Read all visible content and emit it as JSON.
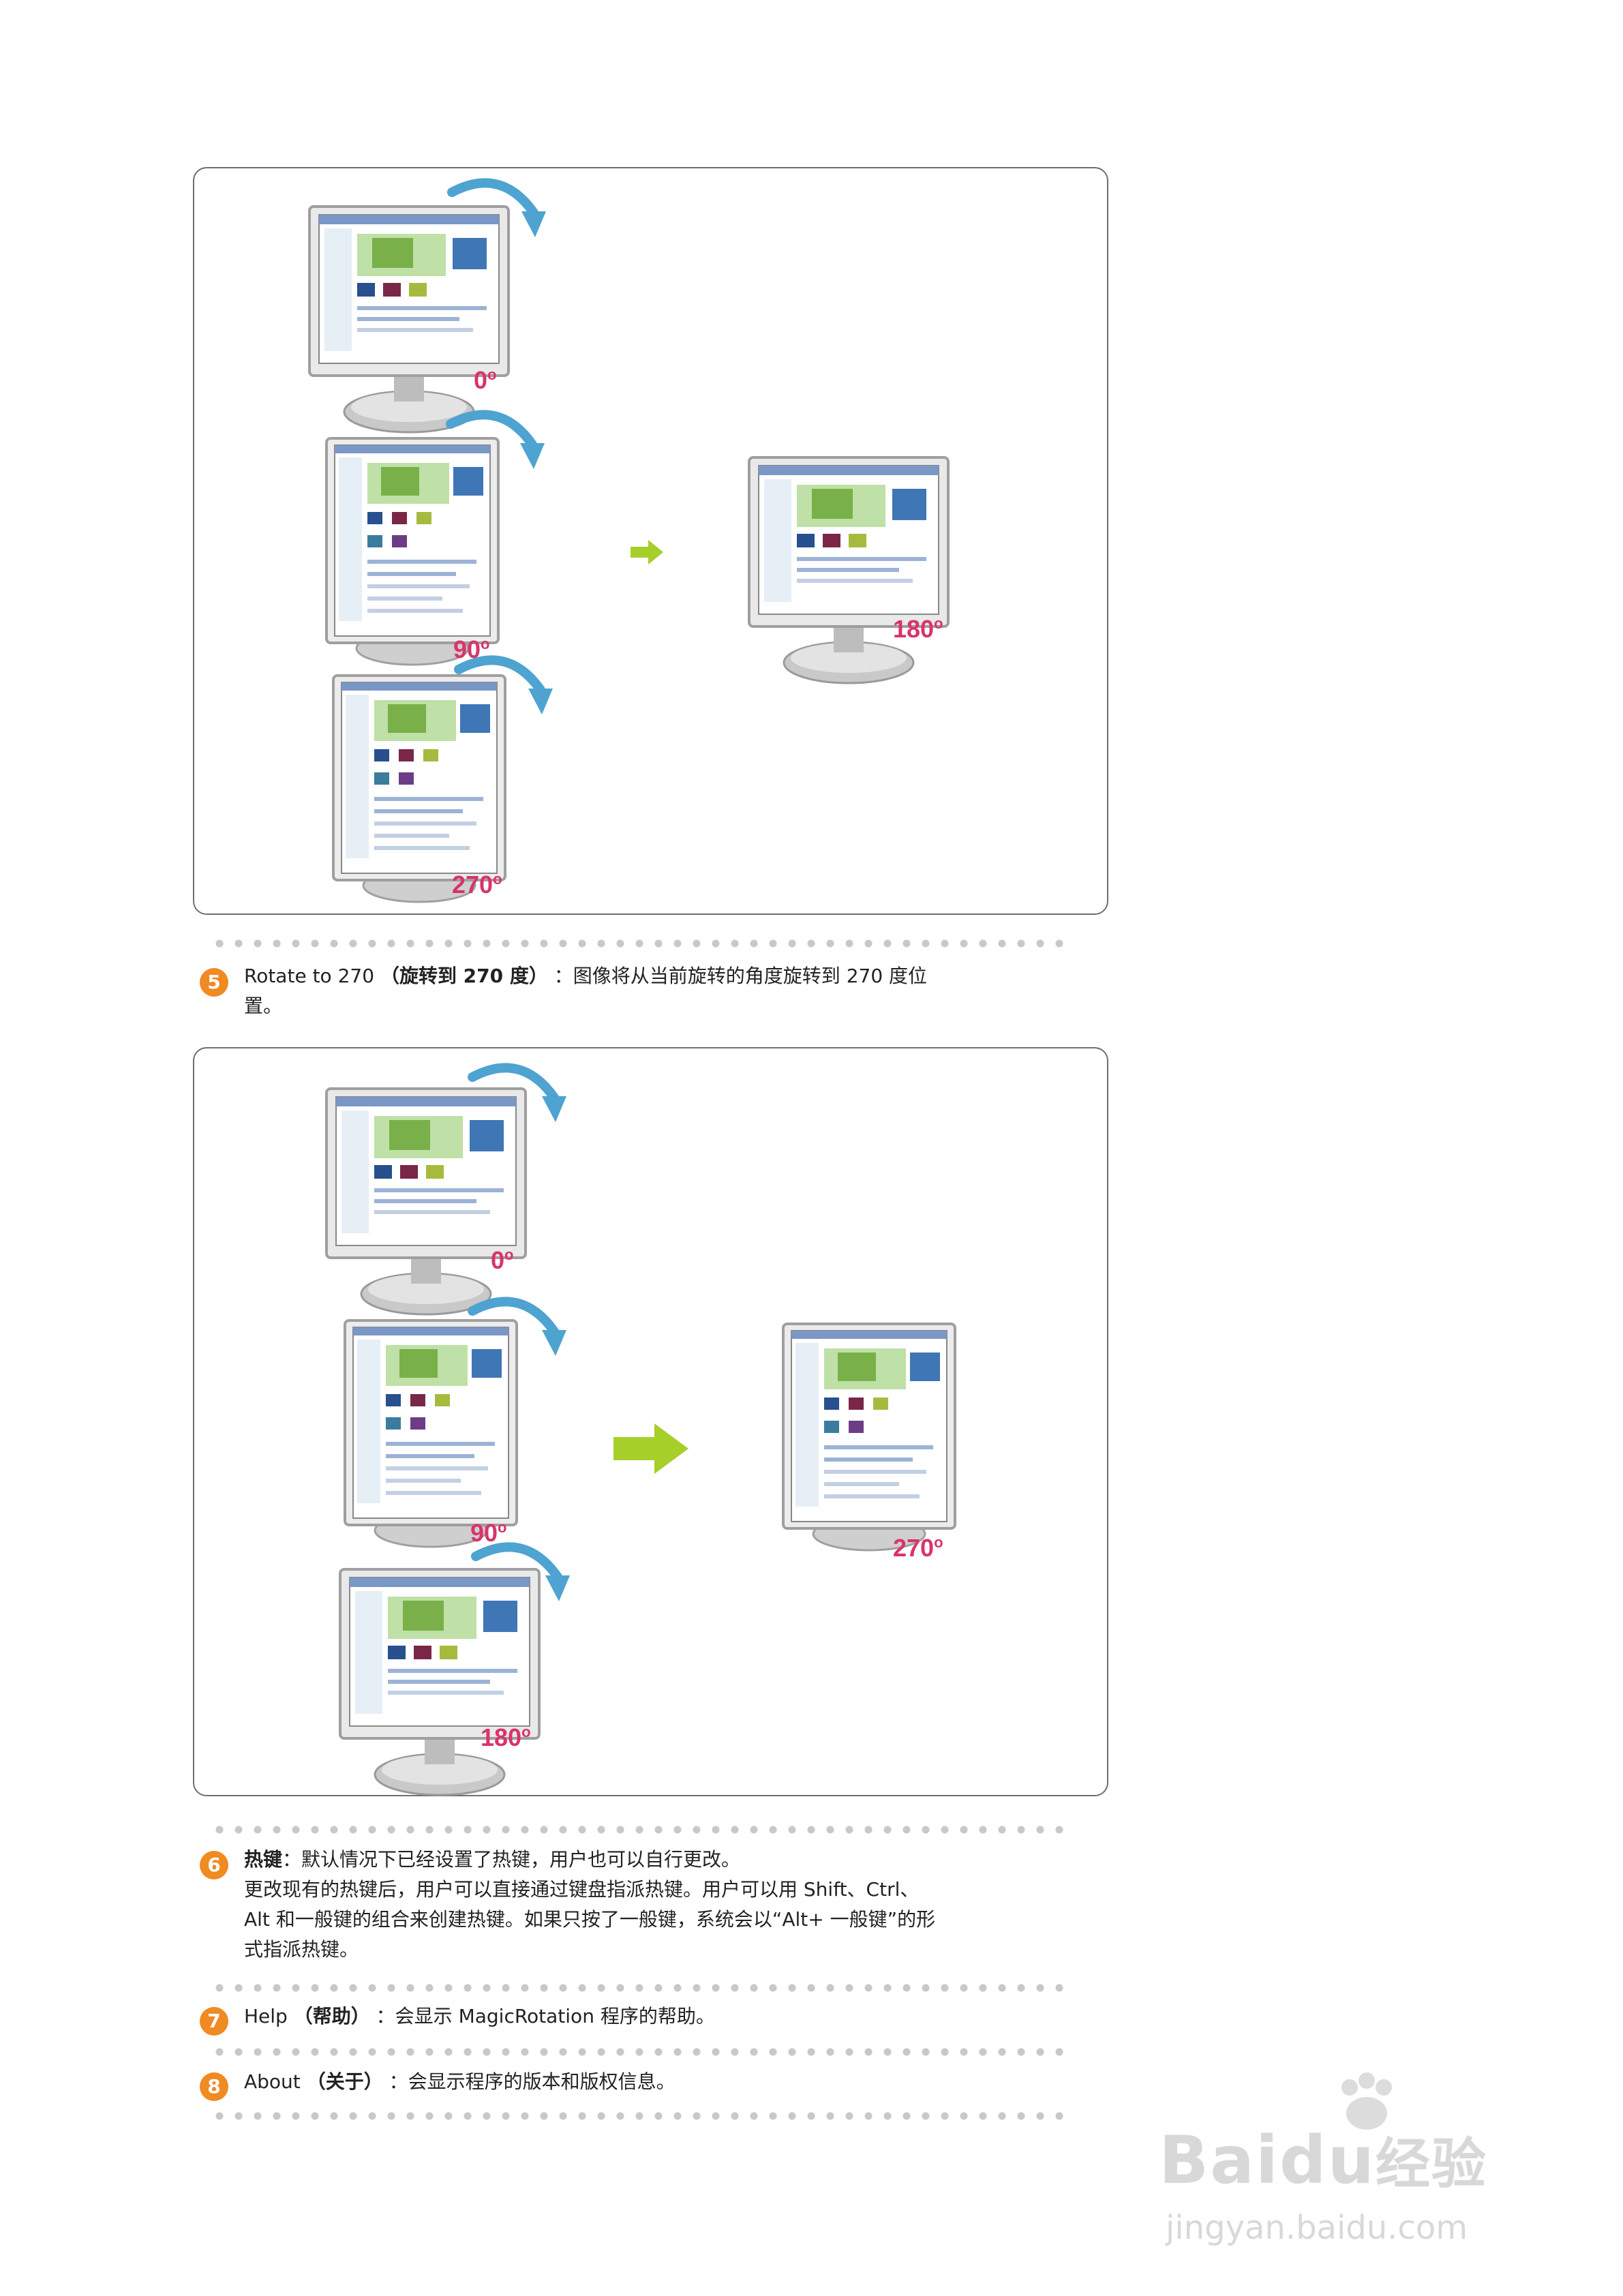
{
  "panel1": {
    "labels": {
      "deg0": "0",
      "deg90": "90",
      "deg270": "270",
      "result": "180"
    },
    "degree_color": "#d9336b",
    "arrow_color": "#a6cf2a"
  },
  "section5": {
    "number": "5",
    "title_en": "Rotate to 270",
    "title_cn": "（旋转到 270 度）",
    "text_line1": "：图像将从当前旋转的角度旋转到 270 度位",
    "text_line2": "置。"
  },
  "panel2": {
    "labels": {
      "deg0": "0",
      "deg90": "90",
      "deg180": "180",
      "result": "270"
    }
  },
  "section6": {
    "number": "6",
    "title": "热键",
    "line1": "：默认情况下已经设置了热键，用户也可以自行更改。",
    "line2": "更改现有的热键后，用户可以直接通过键盘指派热键。用户可以用 Shift、Ctrl、",
    "line3": "Alt 和一般键的组合来创建热键。如果只按了一般键，系统会以“Alt+ 一般键”的形",
    "line4": "式指派热键。"
  },
  "section7": {
    "number": "7",
    "title_en": "Help",
    "title_cn": "（帮助）",
    "text": "：会显示 MagicRotation 程序的帮助。"
  },
  "section8": {
    "number": "8",
    "title_en": "About",
    "title_cn": "（关于）",
    "text": "：会显示程序的版本和版权信息。"
  },
  "watermark": {
    "brand": "Bai",
    "brand2": "du",
    "brand_cn": "经验",
    "url": "jingyan.baidu.com"
  }
}
